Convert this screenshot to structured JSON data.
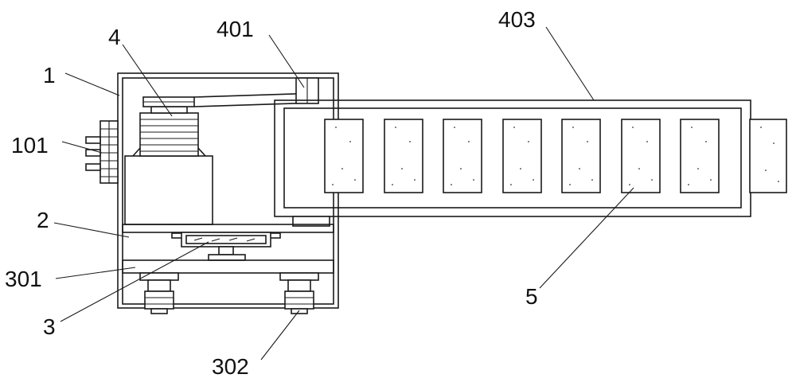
{
  "labels": {
    "l1": "1",
    "l101": "101",
    "l2": "2",
    "l301": "301",
    "l3": "3",
    "l302": "302",
    "l4": "4",
    "l401": "401",
    "l403": "403",
    "l5": "5"
  },
  "colors": {
    "line": "#1a1a1a",
    "background": "#ffffff"
  }
}
